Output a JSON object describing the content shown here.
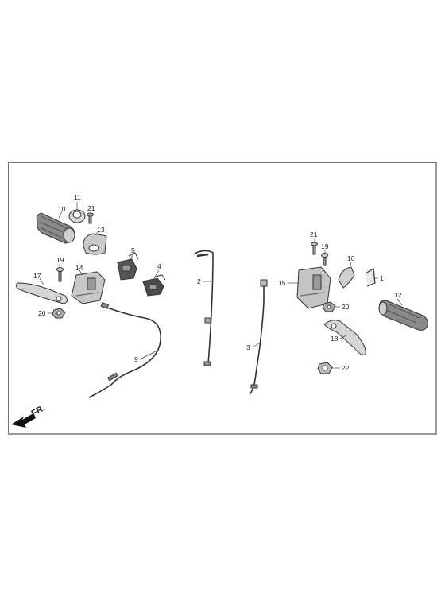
{
  "labels": {
    "p1": "1",
    "p2": "2",
    "p3": "3",
    "p4": "4",
    "p5": "5",
    "p9": "9",
    "p10": "10",
    "p11": "11",
    "p12": "12",
    "p13": "13",
    "p14": "14",
    "p15": "15",
    "p16": "16",
    "p17": "17",
    "p18": "18",
    "p19a": "19",
    "p19b": "19",
    "p20a": "20",
    "p20b": "20",
    "p21a": "21",
    "p21b": "21",
    "p22": "22"
  },
  "direction_label": "FR.",
  "colors": {
    "part_fill": "#bdbdbd",
    "part_dark": "#4a4a4a",
    "grip_fill": "#7a7a7a",
    "frame": "#777777"
  }
}
